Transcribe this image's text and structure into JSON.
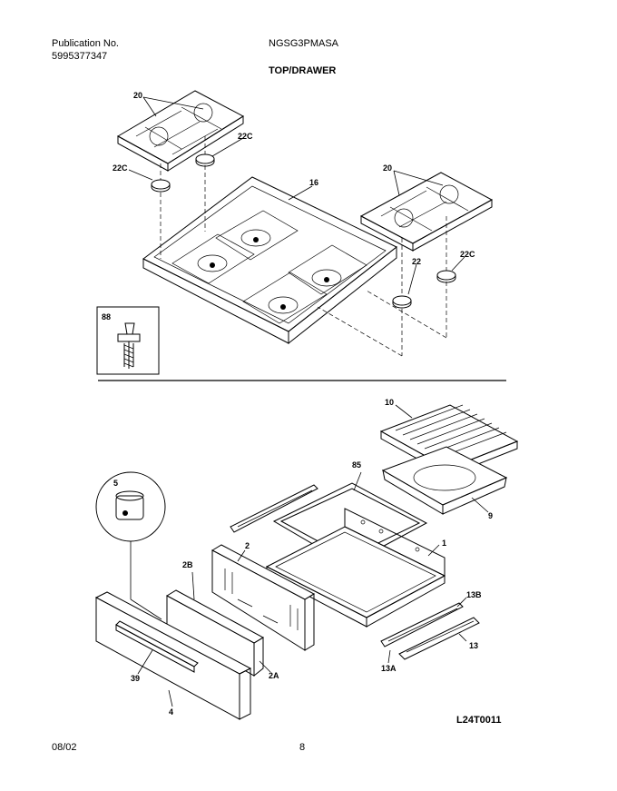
{
  "header": {
    "publication_label": "Publication No.",
    "publication_number": "5995377347",
    "model": "NGSG3PMASA",
    "section_title": "TOP/DRAWER"
  },
  "callouts": {
    "c20a": "20",
    "c22c_a": "22C",
    "c22c_b": "22C",
    "c16": "16",
    "c20b": "20",
    "c22": "22",
    "c22c_c": "22C",
    "c88": "88",
    "c10": "10",
    "c85": "85",
    "c9": "9",
    "c5": "5",
    "c2": "2",
    "c2b": "2B",
    "c1": "1",
    "c13b": "13B",
    "c13": "13",
    "c13a": "13A",
    "c39": "39",
    "c4": "4",
    "c2a": "2A"
  },
  "drawing_code": "L24T0011",
  "footer": {
    "date": "08/02",
    "page": "8"
  }
}
